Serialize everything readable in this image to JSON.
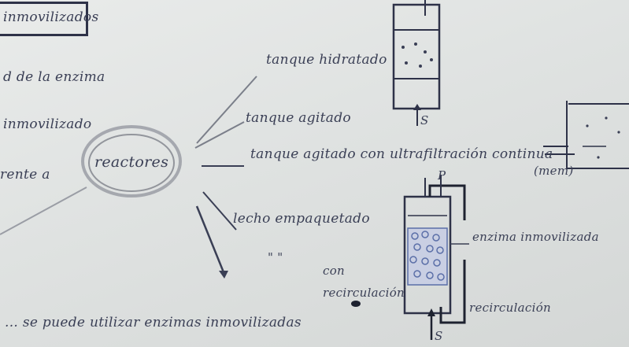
{
  "notes": {
    "title": "inmovilizados",
    "line1": "d de la enzima",
    "line2": "inmovilizado",
    "line3_prefix": "rente a",
    "reactor": "reactores",
    "tanque_hidratado": "tanque hidratado",
    "tanque_agitado": "tanque agitado",
    "tanque_agitado_ultra": "tanque agitado con ultrafiltración continua",
    "lecho": "lecho empaquetado",
    "ditto": "\"  \"",
    "con_recirculacion": "con recirculación",
    "enzima_inmovilizada": "enzima inmovilizada",
    "recirculacion": "recirculación",
    "bottom": "... se puede utilizar enzimas inmovilizadas",
    "label_s1": "S",
    "label_s2": "S",
    "label_p": "P",
    "label_filter": "(mem)"
  },
  "colors": {
    "ink": "#3a3f55",
    "ink_dark": "#1e2230",
    "beads": "#5b6fa8"
  }
}
